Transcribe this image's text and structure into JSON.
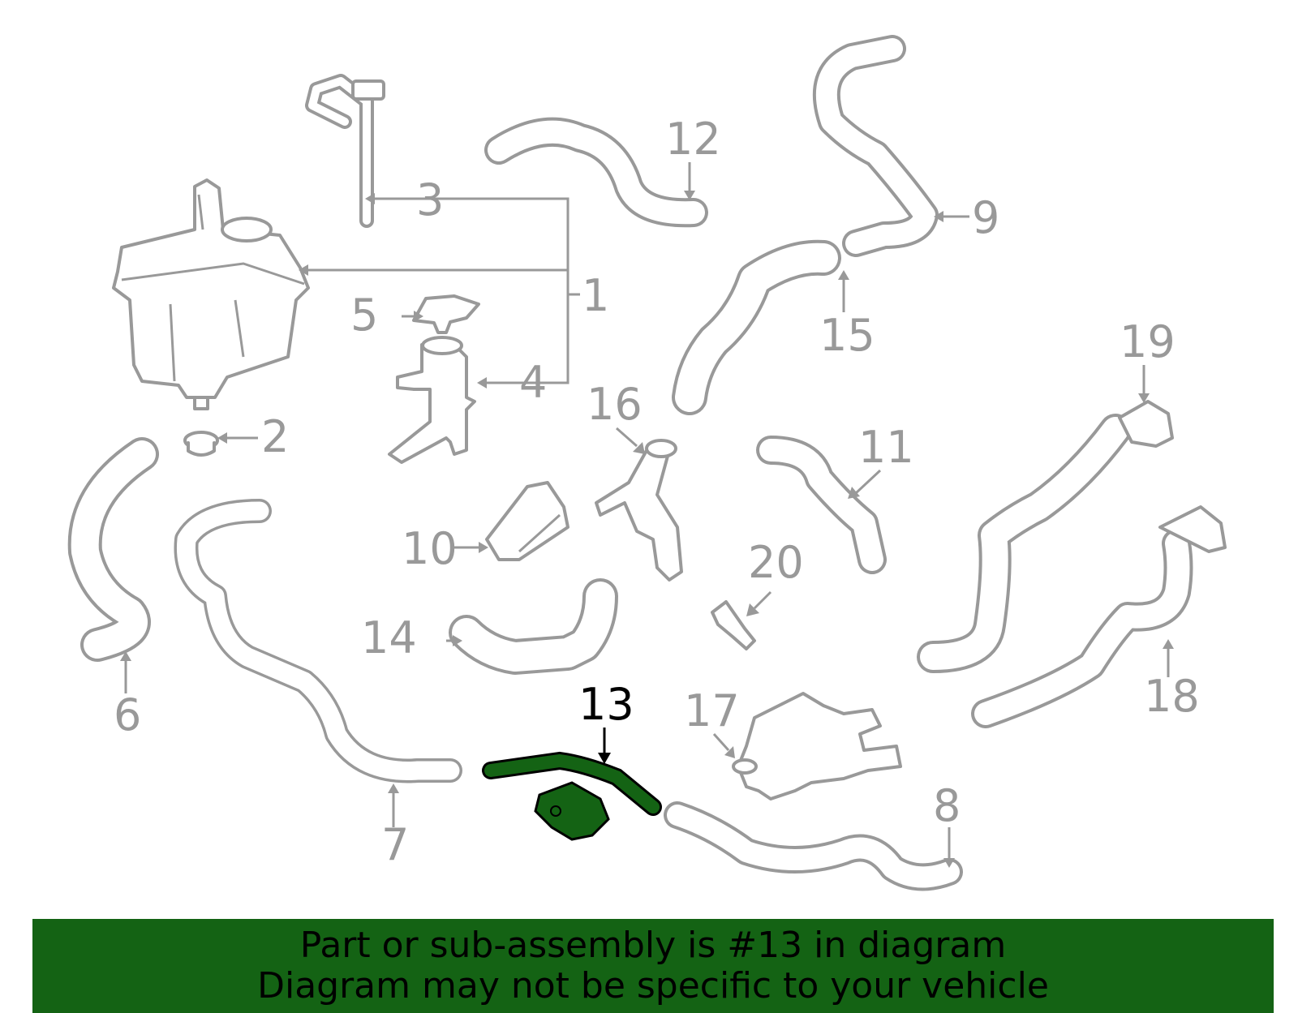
{
  "highlight_color": "#146314",
  "highlighted_part": "13",
  "callouts": {
    "c1": "1",
    "c2": "2",
    "c3": "3",
    "c4": "4",
    "c5": "5",
    "c6": "6",
    "c7": "7",
    "c8": "8",
    "c9": "9",
    "c10": "10",
    "c11": "11",
    "c12": "12",
    "c13": "13",
    "c14": "14",
    "c15": "15",
    "c16": "16",
    "c17": "17",
    "c18": "18",
    "c19": "19",
    "c20": "20"
  },
  "banner": {
    "line1": "Part or sub-assembly is #13 in diagram",
    "line2": "Diagram may not be specific to your vehicle"
  }
}
